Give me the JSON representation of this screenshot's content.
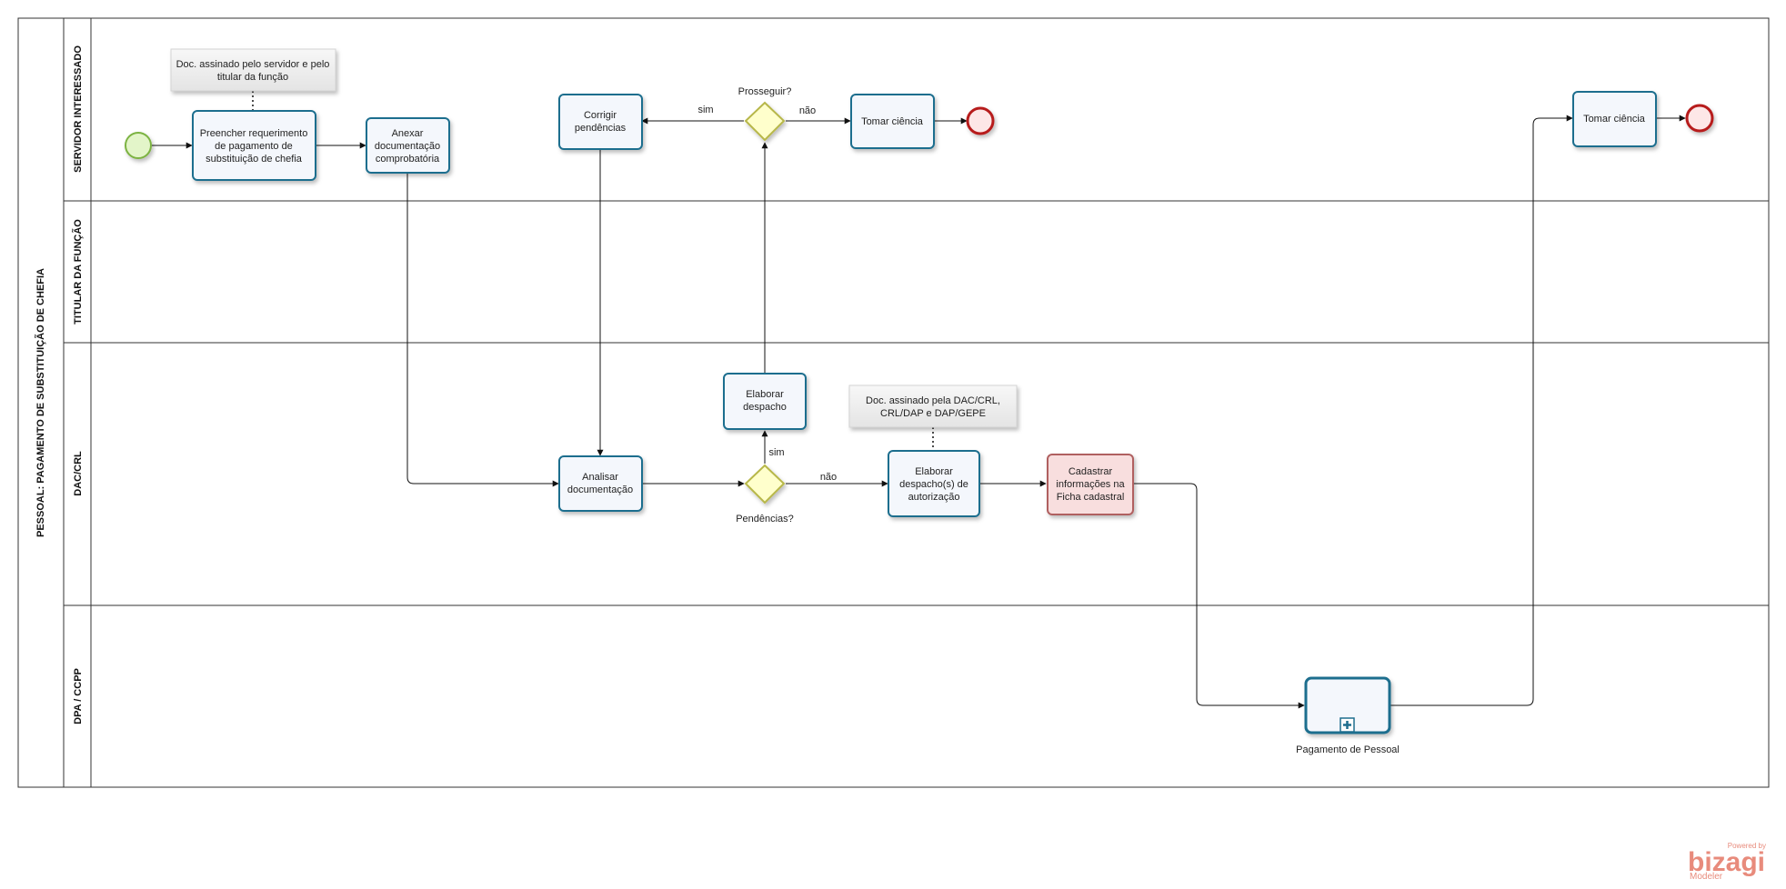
{
  "pool": {
    "label": "PESSOAL: PAGAMENTO DE SUBSTITUIÇÃO DE CHEFIA"
  },
  "lanes": [
    {
      "id": "servidor",
      "label": "SERVIDOR INTERESSADO"
    },
    {
      "id": "titular",
      "label": "TITULAR DA FUNÇÃO"
    },
    {
      "id": "dac",
      "label": "DAC/CRL"
    },
    {
      "id": "dpa",
      "label": "DPA / CCPP"
    }
  ],
  "tasks": {
    "preencher": [
      "Preencher requerimento",
      "de pagamento de",
      "substituição de chefia"
    ],
    "anexar": [
      "Anexar",
      "documentação",
      "comprobatória"
    ],
    "corrigir": [
      "Corrigir",
      "pendências"
    ],
    "tomar1": [
      "Tomar ciência"
    ],
    "tomar2": [
      "Tomar ciência"
    ],
    "elaborar_despacho": [
      "Elaborar",
      "despacho"
    ],
    "analisar": [
      "Analisar",
      "documentação"
    ],
    "elaborar_autorizacao": [
      "Elaborar",
      "despacho(s) de",
      "autorização"
    ],
    "cadastrar": [
      "Cadastrar",
      "informações na",
      "Ficha cadastral"
    ]
  },
  "subprocess": {
    "label": "Pagamento de Pessoal"
  },
  "annotations": {
    "note1": [
      "Doc. assinado pelo servidor e pelo",
      "titular da função"
    ],
    "note2": [
      "Doc. assinado pela DAC/CRL,",
      "CRL/DAP e DAP/GEPE"
    ]
  },
  "gateways": {
    "prosseguir": {
      "question": "Prosseguir?",
      "yes": "sim",
      "no": "não"
    },
    "pendencias": {
      "question": "Pendências?",
      "yes": "sim",
      "no": "não"
    }
  },
  "branding": {
    "powered": "Powered by",
    "name": "bizagi",
    "product": "Modeler"
  },
  "colors": {
    "task_fill": "#f4f7fc",
    "task_stroke": "#1f6e8e",
    "start_fill": "#e3f5c9",
    "start_stroke": "#7cb342",
    "end_fill": "#fde7e7",
    "end_stroke": "#b71c1c",
    "gateway_fill": "#ffffcc",
    "gateway_stroke": "#b7b74a",
    "cadastrar_fill": "#f8dede",
    "cadastrar_stroke": "#b06060",
    "brand": "#e88b7c"
  }
}
